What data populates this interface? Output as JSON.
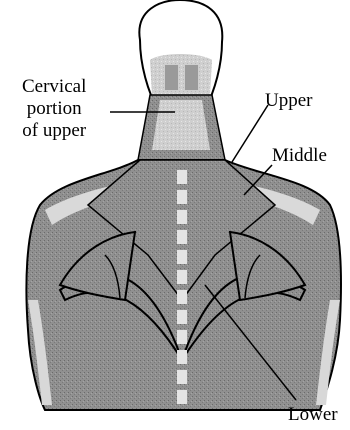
{
  "labels": {
    "cervical": [
      "Cervical",
      "portion",
      "of upper"
    ],
    "upper": "Upper",
    "middle": "Middle",
    "lower": "Lower"
  },
  "colors": {
    "muscle": "#8e8e8e",
    "muscle_dark": "#6f6f6f",
    "highlight": "#d6d6d6",
    "skin": "#c4c4c4",
    "outline": "#000000",
    "background": "#ffffff"
  }
}
